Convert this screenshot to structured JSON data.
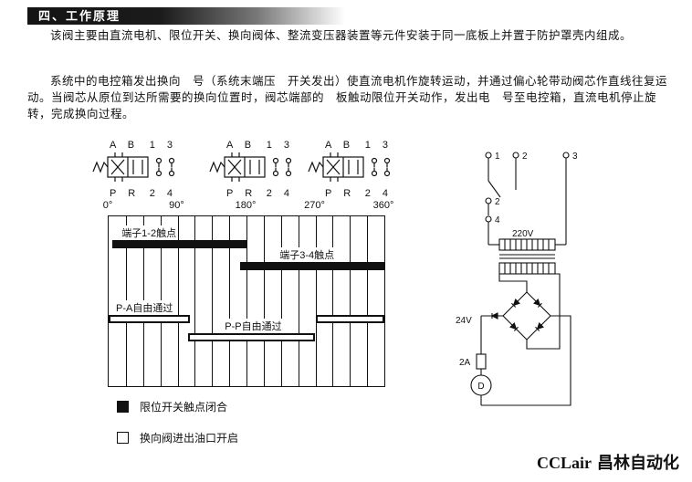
{
  "header": {
    "section_title": "四、工作原理"
  },
  "paragraphs": {
    "p1": "该阀主要由直流电机、限位开关、换向阀体、整流变压器装置等元件安装于同一底板上并置于防护罩壳内组成。",
    "p2": "系统中的电控箱发出换向　号（系统末端压　开关发出）使直流电机作旋转运动，并通过偏心轮带动阀芯作直线往复运动。当阀芯从原位到达所需要的换向位置时，阀芯端部的　板触动限位开关动作，发出电　号至电控箱，直流电机停止旋转，完成换向过程。"
  },
  "valves": [
    {
      "top_ports": "A B",
      "top_terminals": "1 3",
      "bottom_ports": "P R",
      "bottom_terminals": "2 4"
    },
    {
      "top_ports": "A B",
      "top_terminals": "1 3",
      "bottom_ports": "P R",
      "bottom_terminals": "2 4"
    },
    {
      "top_ports": "A B",
      "top_terminals": "1 3",
      "bottom_ports": "P R",
      "bottom_terminals": "2 4"
    }
  ],
  "timing_diagram": {
    "type": "timing",
    "deg_min": 0,
    "deg_max": 360,
    "degree_ticks": [
      "0°",
      "90°",
      "180°",
      "270°",
      "360°"
    ],
    "bars": [
      {
        "label": "端子1-2触点",
        "state": "closed",
        "start_deg": 5,
        "end_deg": 180,
        "track": 1
      },
      {
        "label": "端子3-4触点",
        "state": "closed",
        "start_deg": 172,
        "end_deg": 360,
        "track": 2
      },
      {
        "label": "P-A自由通过",
        "state": "open",
        "start_deg": 0,
        "end_deg": 106,
        "track": 3
      },
      {
        "label": "P-P自由通过",
        "state": "open",
        "start_deg": 104,
        "end_deg": 270,
        "track": 4
      },
      {
        "label": "",
        "state": "open",
        "start_deg": 270,
        "end_deg": 360,
        "track": 3
      }
    ]
  },
  "legend": {
    "items": [
      {
        "symbol": "filled-square",
        "label": "限位开关触点闭合"
      },
      {
        "symbol": "open-square",
        "label": "换向阀进出油口开启"
      }
    ]
  },
  "circuit": {
    "terminal_1": "1",
    "terminal_2": "2",
    "terminal_3": "3",
    "contact_2": "2",
    "contact_4": "4",
    "primary_voltage": "220V",
    "secondary_voltage": "24V",
    "fuse_rating": "2A",
    "motor_label": "D"
  },
  "footer": {
    "brand_en": "CCLair",
    "brand_cn": "昌林自动化"
  }
}
